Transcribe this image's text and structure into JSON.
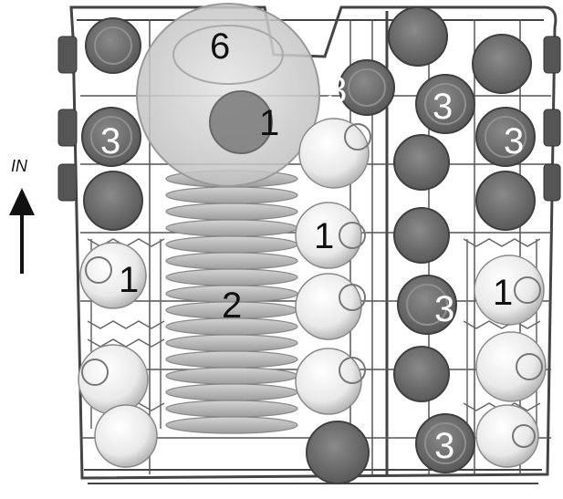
{
  "direction": {
    "label": "IN"
  },
  "item_labels": {
    "bowl": "6",
    "cup": "1",
    "plate": "2",
    "glass": "3"
  },
  "colors": {
    "rack_wire": "#444444",
    "glass_fill": "#6e6e6e",
    "glass_rim": "#4f4f4f",
    "cup_fill": "#f2f2f2",
    "plate_fill": "#b9b9b9",
    "bowl_fill": "#d6d6d6"
  }
}
